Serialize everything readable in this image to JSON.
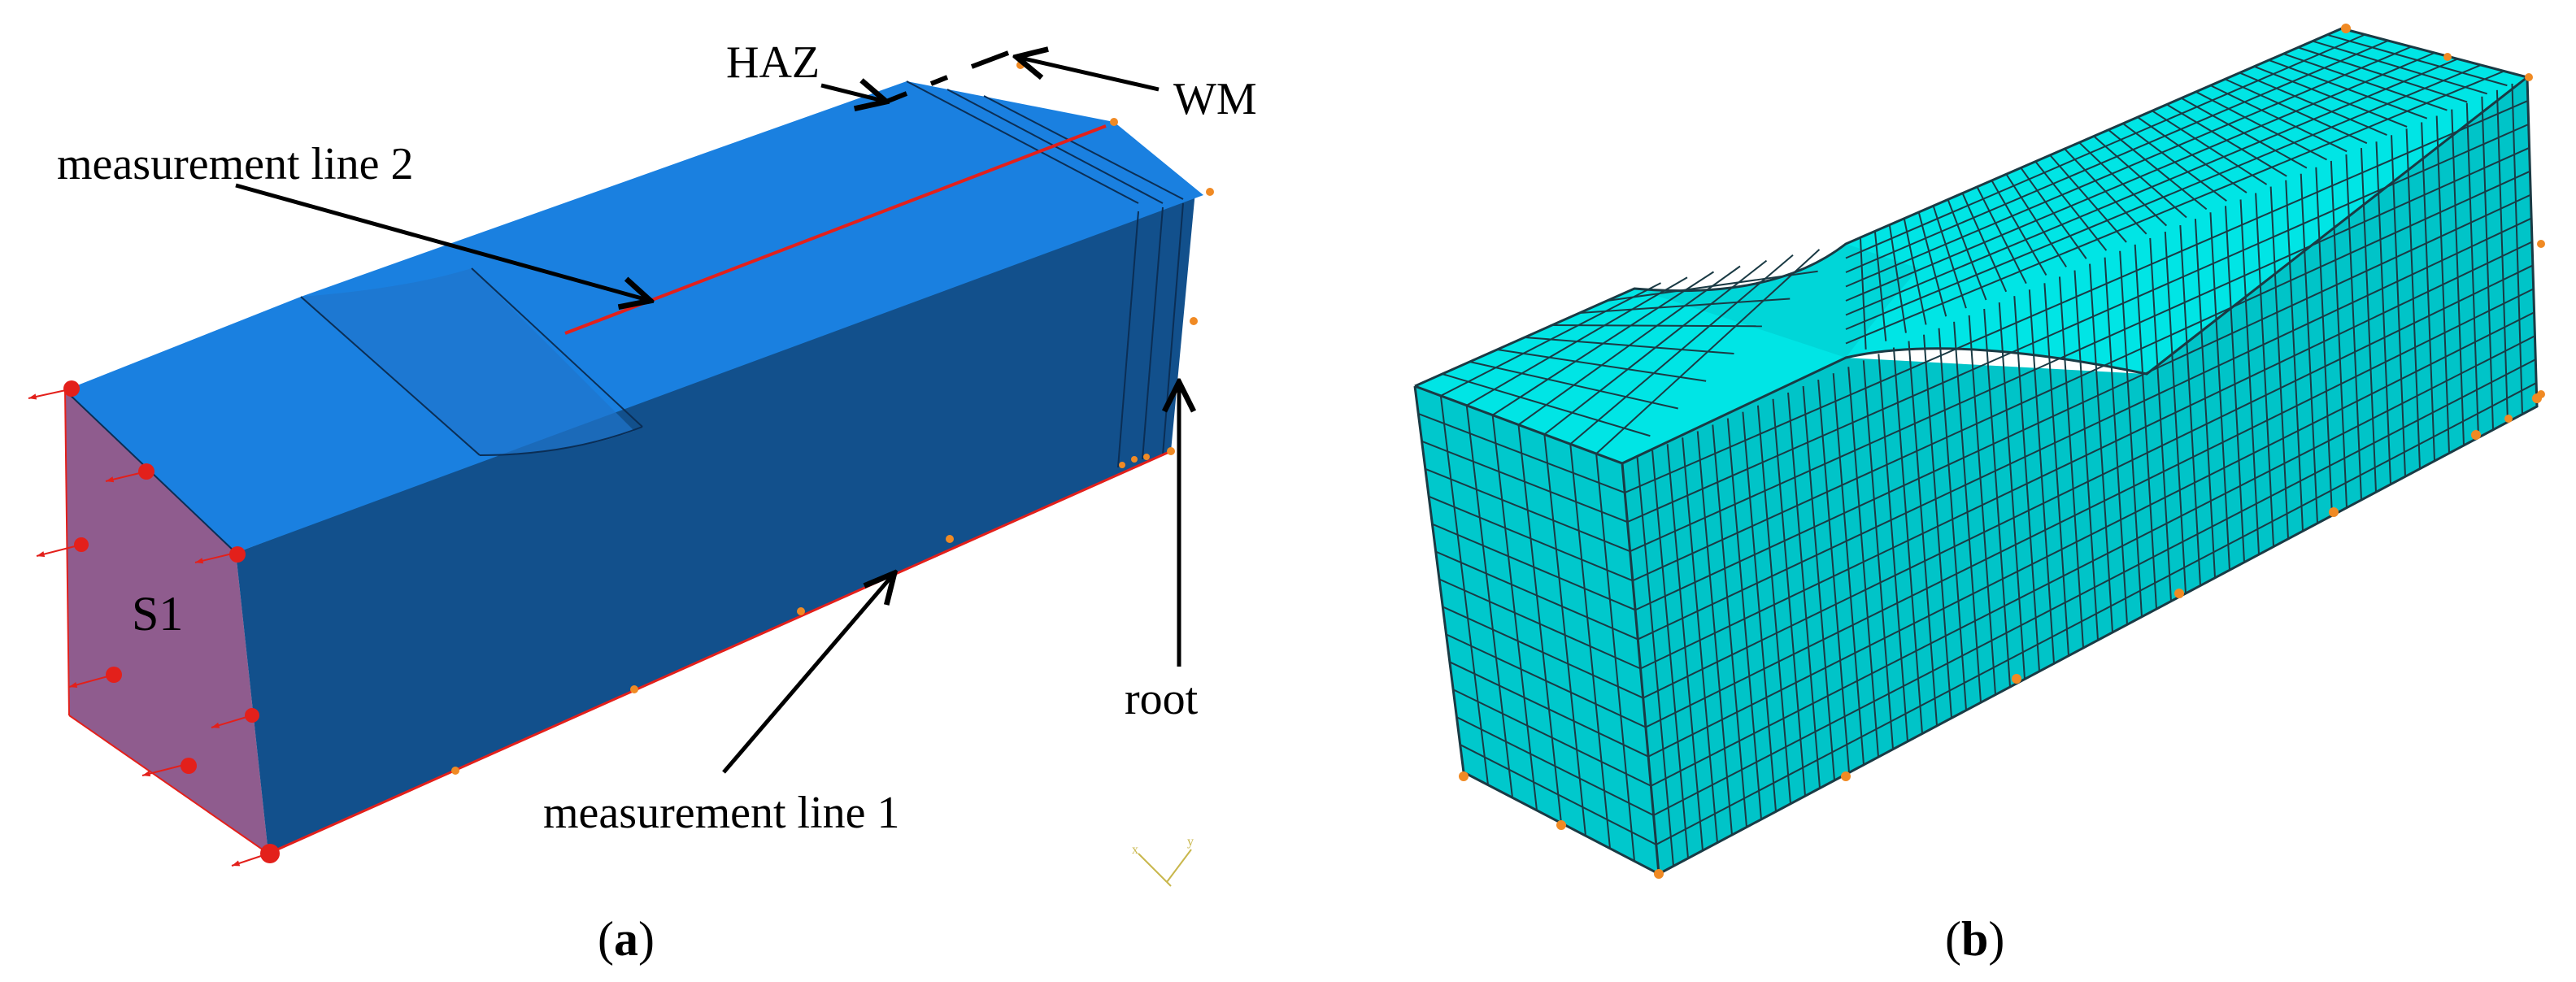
{
  "labels": {
    "haz": "HAZ",
    "wm": "WM",
    "line2": "measurement line 2",
    "line1": "measurement line 1",
    "root": "root",
    "s1": "S1"
  },
  "captions": {
    "a_open": "(",
    "a_letter": "a",
    "a_close": ")",
    "b_open": "(",
    "b_letter": "b",
    "b_close": ")"
  },
  "axis_triad": {
    "x": "x",
    "y": "y"
  },
  "colors": {
    "top_face": "#1a80e0",
    "front_face": "#12508c",
    "end_face": "#8f5c8e",
    "measurement_line": "#e3201b",
    "mesh_face": "#00e5e5",
    "mesh_side": "#00c8cc",
    "mesh_line": "#1a3a44",
    "marker": "#f08a24"
  }
}
